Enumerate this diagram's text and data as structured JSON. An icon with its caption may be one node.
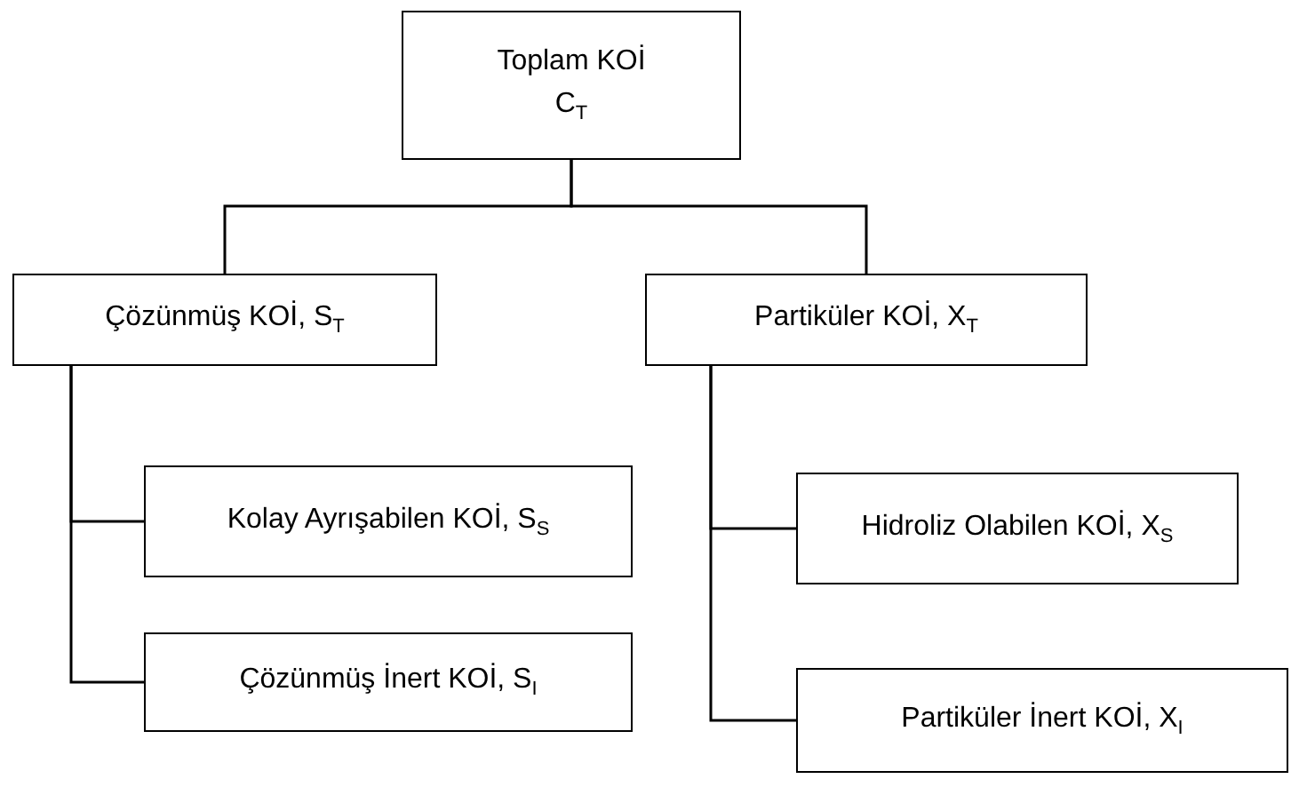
{
  "diagram": {
    "nodes": [
      {
        "text": [
          "Toplam KOİ",
          "C$_{T}$"
        ]
      },
      {
        "text": [
          "Çözünmüş KOİ, S$_{T}$"
        ]
      },
      {
        "text": [
          "Partiküler KOİ, X$_{T}$"
        ]
      },
      {
        "text": [
          "Kolay Ayrışabilen KOİ, S$_{S}$"
        ]
      },
      {
        "text": [
          "Çözünmüş İnert KOİ, S$_{I}$"
        ]
      },
      {
        "text": [
          "Hidroliz Olabilen KOİ, X$_{S}$"
        ]
      },
      {
        "text": [
          "Partiküler İnert KOİ, X$_{I}$"
        ]
      }
    ],
    "edges": [
      {
        "from": 0,
        "to": 1,
        "arrow": "none"
      },
      {
        "from": 0,
        "to": 2,
        "arrow": "none"
      },
      {
        "from": 1,
        "to": 3,
        "arrow": "none"
      },
      {
        "from": 1,
        "to": 4,
        "arrow": "none"
      },
      {
        "from": 2,
        "to": 5,
        "arrow": "none"
      },
      {
        "from": 2,
        "to": 6,
        "arrow": "none"
      }
    ]
  }
}
